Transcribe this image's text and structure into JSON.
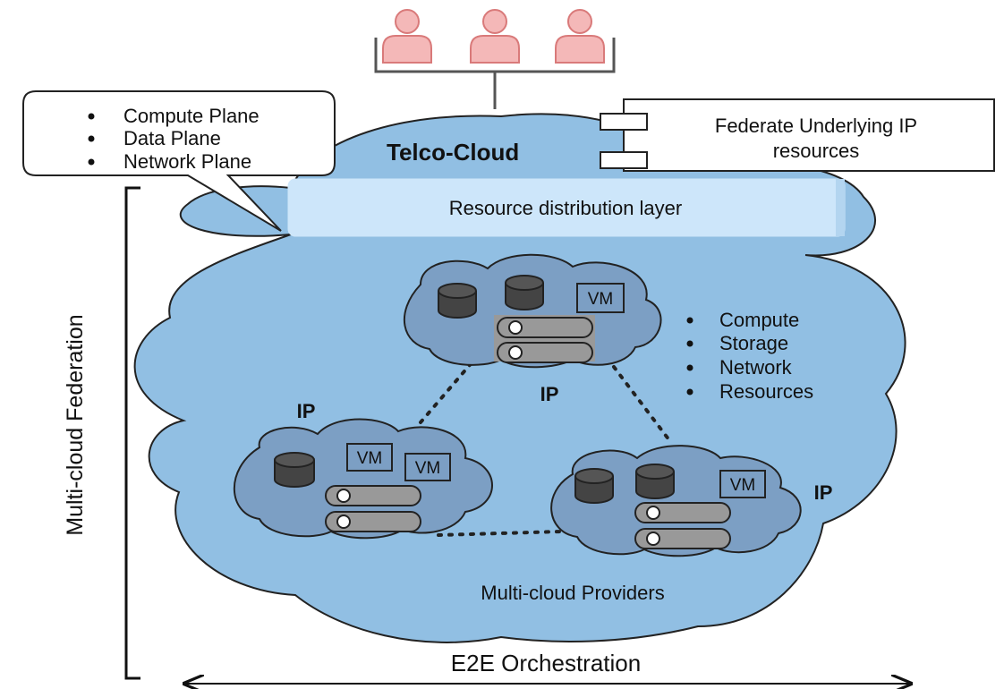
{
  "users": {
    "count": 3,
    "color": "#f4b8b8",
    "stroke": "#d97a7a"
  },
  "callout": {
    "items": [
      "Compute Plane",
      "Data Plane",
      "Network Plane"
    ]
  },
  "telco_cloud": {
    "title": "Telco-Cloud",
    "color": "#91bfe3"
  },
  "federate_box": {
    "line1": "Federate Underlying IP",
    "line2": "resources"
  },
  "resource_layer": {
    "label": "Resource distribution layer",
    "color": "#cde6fa"
  },
  "resources_list": {
    "items": [
      "Compute",
      "Storage",
      "Network",
      "Resources"
    ]
  },
  "providers": [
    {
      "label": "IP",
      "vm_labels": [
        "VM"
      ],
      "db_count": 2
    },
    {
      "label": "IP",
      "vm_labels": [
        "VM",
        "VM"
      ],
      "db_count": 1
    },
    {
      "label": "IP",
      "vm_labels": [
        "VM"
      ],
      "db_count": 2
    }
  ],
  "provider_cloud_color": "#7c9fc4",
  "multicloud_label": "Multi-cloud Providers",
  "federation_label": "Multi-cloud Federation",
  "orchestration_label": "E2E Orchestration"
}
